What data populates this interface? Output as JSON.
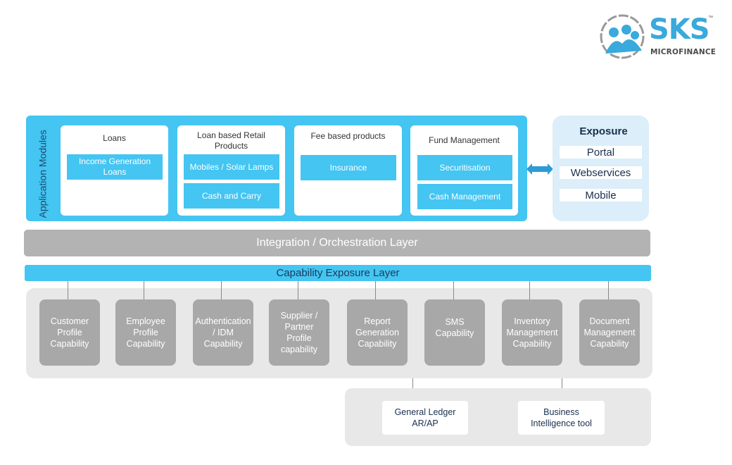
{
  "logo": {
    "brand": "SKS",
    "tm": "™",
    "sub": "MICROFINANCE"
  },
  "app": {
    "label": "Application Modules",
    "modules": [
      {
        "title": "Loans",
        "items": [
          "Income Generation Loans"
        ]
      },
      {
        "title": "Loan based Retail Products",
        "items": [
          "Mobiles / Solar Lamps",
          "Cash and Carry"
        ]
      },
      {
        "title": "Fee based products",
        "items": [
          "Insurance"
        ]
      },
      {
        "title": "Fund Management",
        "items": [
          "Securitisation",
          "Cash Management"
        ]
      }
    ]
  },
  "exposure": {
    "title": "Exposure",
    "items": [
      "Portal",
      "Webservices",
      "Mobile"
    ]
  },
  "layers": {
    "integration": "Integration / Orchestration Layer",
    "capability_exposure": "Capability Exposure Layer"
  },
  "capabilities": [
    "Customer Profile Capability",
    "Employee Profile Capability",
    "Authentication / IDM Capability",
    "Supplier / Partner Profile capability",
    "Report Generation Capability",
    "SMS Capability",
    "Inventory Management Capability",
    "Document Management Capability"
  ],
  "external": [
    "General Ledger AR/AP",
    "Business Intelligence tool"
  ],
  "colors": {
    "accent": "#44c5f2",
    "grey_box": "#a8a8a8",
    "layer_grey": "#b3b3b3",
    "panel": "#e8e8e8",
    "exposure_bg": "#dbeef9"
  }
}
